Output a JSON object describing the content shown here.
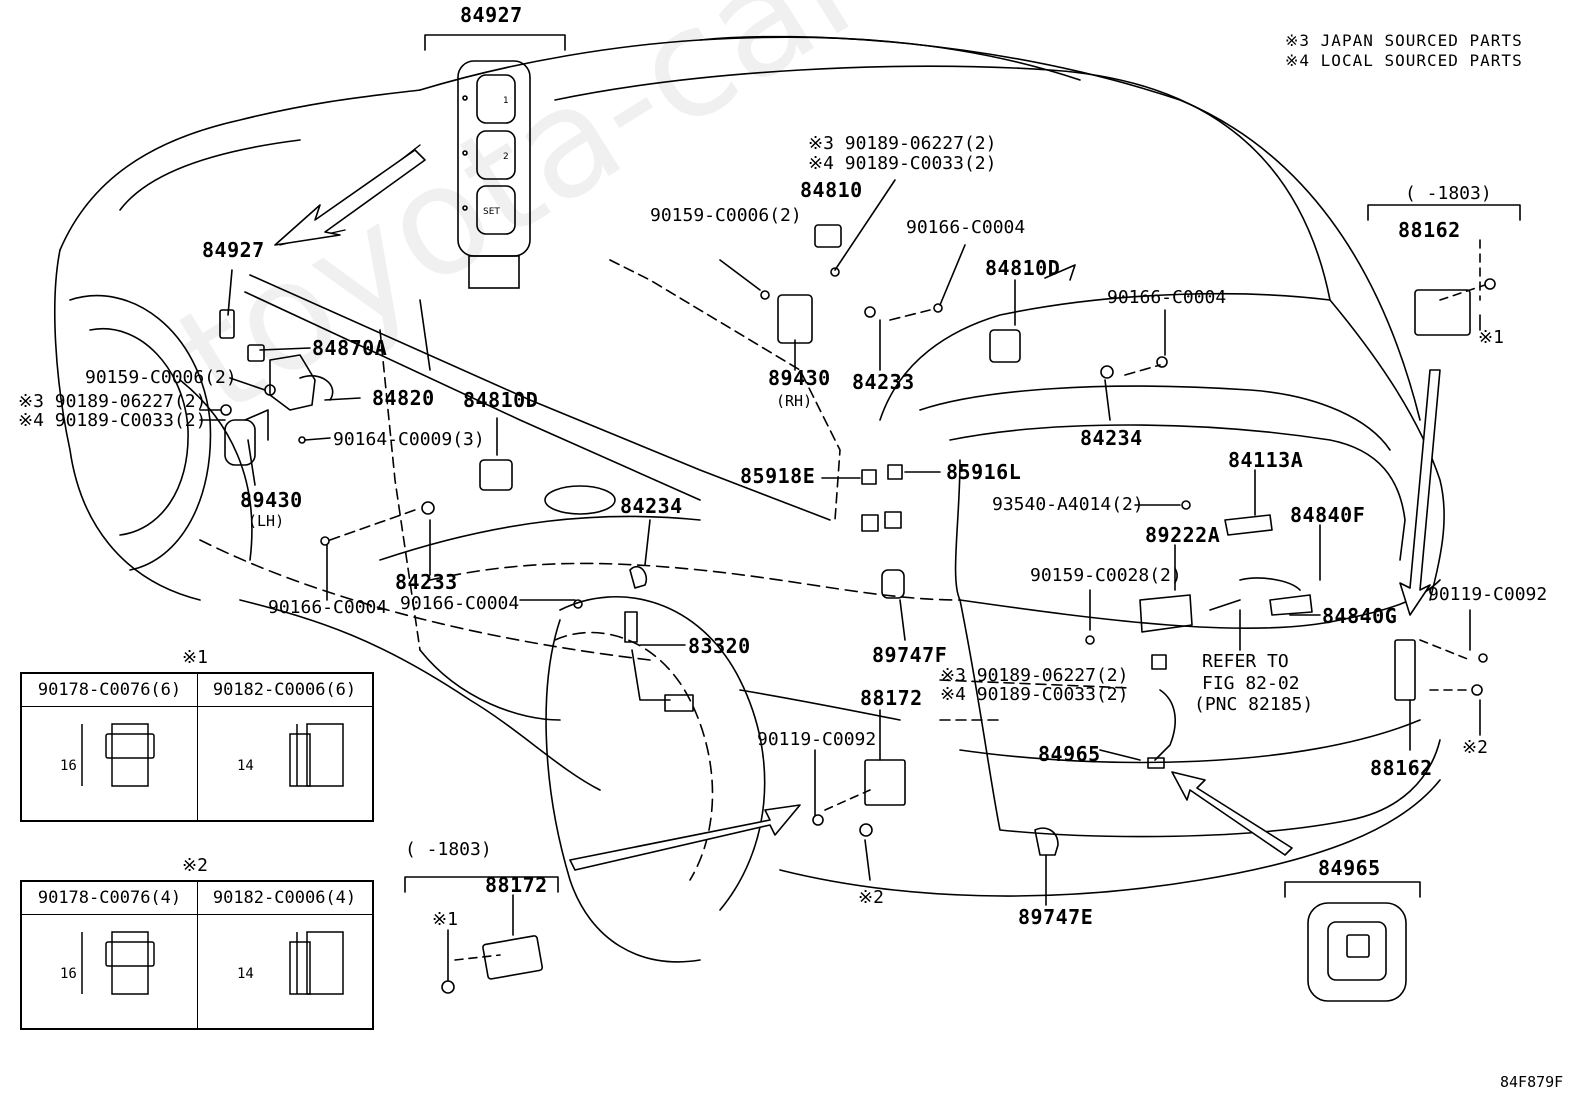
{
  "diagram": {
    "code": "84F879F",
    "notes": [
      "※3 JAPAN SOURCED PARTS",
      "※4 LOCAL SOURCED PARTS"
    ],
    "watermark": "toyota-carwiring.ru",
    "parts": {
      "p84927_top": "84927",
      "p84927": "84927",
      "p84870A": "84870A",
      "p84820": "84820",
      "p90159_C0006_left": "90159-C0006(2)",
      "p90189_06227_left": "※3 90189-06227(2)",
      "p90189_C0033_left": "※4 90189-C0033(2)",
      "p90164": "90164-C0009(3)",
      "p89430_lh": "89430",
      "lh": "(LH)",
      "p84810D_left": "84810D",
      "p84233_left": "84233",
      "p90166_left": "90166-C0004",
      "p90166_mid": "90166-C0004",
      "p84234_left": "84234",
      "p83320": "83320",
      "p90189_06227_top": "※3 90189-06227(2)",
      "p90189_C0033_top": "※4 90189-C0033(2)",
      "p84810": "84810",
      "p90159_C0006_top": "90159-C0006(2)",
      "p90166_top": "90166-C0004",
      "p89430_rh": "89430",
      "rh": "(RH)",
      "p84233_mid": "84233",
      "p84810D_right": "84810D",
      "p90166_right": "90166-C0004",
      "p84234_right": "84234",
      "p85918E": "85918E",
      "p85916L": "85916L",
      "p84113A": "84113A",
      "p93540": "93540-A4014(2)",
      "p89222A": "89222A",
      "p84840F": "84840F",
      "p90159_C0028": "90159-C0028(2)",
      "p84840G": "84840G",
      "p89747F": "89747F",
      "p90189_06227_mid": "※3 90189-06227(2)",
      "p90189_C0033_mid": "※4 90189-C0033(2)",
      "p88172": "88172",
      "refer1": "REFER TO",
      "refer2": "FIG 82-02",
      "refer3": "(PNC 82185)",
      "p84965": "84965",
      "p90119_mid": "90119-C0092",
      "p90119_right": "90119-C0092",
      "p88162_top": "88162",
      "date_88162": "(    -1803)",
      "mark1_88162": "※1",
      "p88162_right": "88162",
      "mark2_right": "※2",
      "p89747E": "89747E",
      "mark2_mid": "※2",
      "p84965_inset": "84965",
      "date_88172": "(    -1803)",
      "p88172_inset": "88172",
      "mark1_inset": "※1"
    },
    "switch_labels": [
      "1",
      "2",
      "SET"
    ],
    "tables": [
      {
        "mark": "※1",
        "cols": [
          "90178-C0076(6)",
          "90182-C0006(6)"
        ],
        "dims": [
          "16",
          "14"
        ]
      },
      {
        "mark": "※2",
        "cols": [
          "90178-C0076(4)",
          "90182-C0006(4)"
        ],
        "dims": [
          "16",
          "14"
        ]
      }
    ]
  }
}
